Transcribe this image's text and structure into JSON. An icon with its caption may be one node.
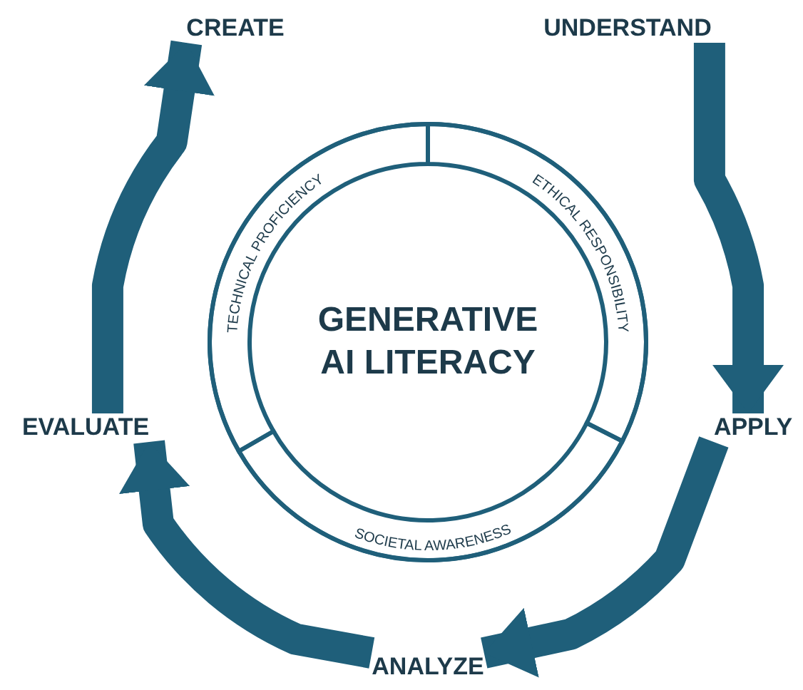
{
  "diagram": {
    "nodes": [
      {
        "text": [
          "GENERATIVE AI LITERACY"
        ]
      },
      {
        "text": [
          "TECHNICAL PROFICIENCY"
        ]
      },
      {
        "text": [
          "ETHICAL RESPONSIBILITY"
        ]
      },
      {
        "text": [
          "SOCIETAL AWARENESS"
        ]
      },
      {
        "text": [
          "CREATE"
        ]
      },
      {
        "text": [
          "UNDERSTAND"
        ]
      },
      {
        "text": [
          "APPLY"
        ]
      },
      {
        "text": [
          "ANALYZE"
        ]
      },
      {
        "text": [
          "EVALUATE"
        ]
      }
    ],
    "edges": [
      {
        "from": 8,
        "to": 4,
        "arrow": "to"
      },
      {
        "from": 5,
        "to": 6,
        "arrow": "to"
      },
      {
        "from": 6,
        "to": 7,
        "arrow": "to"
      },
      {
        "from": 7,
        "to": 8,
        "arrow": "to"
      }
    ]
  }
}
